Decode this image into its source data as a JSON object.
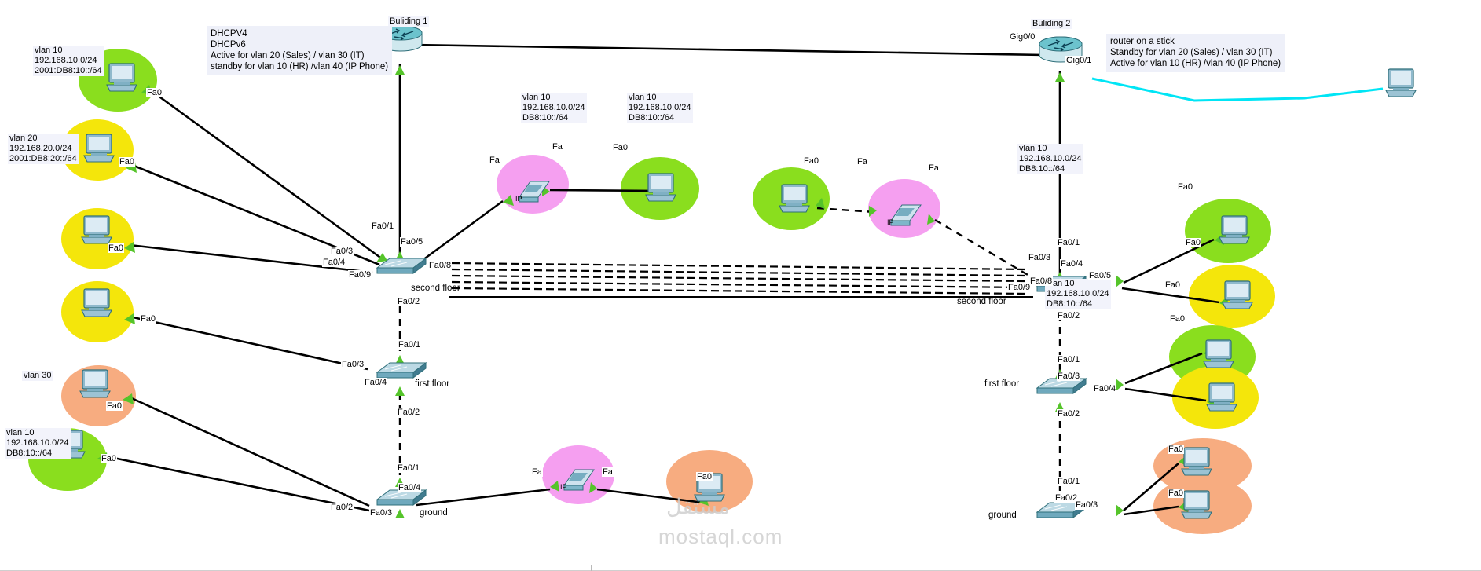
{
  "diagram": {
    "type": "network-topology",
    "tool": "Cisco Packet Tracer",
    "watermark_line1": "مستقل",
    "watermark_line2": "mostaql.com"
  },
  "notes": [
    {
      "id": "note-building1-router",
      "text": "DHCPV4\nDHCPv6\nActive for vlan 20 (Sales) / vlan 30 (IT)\nstandby for vlan 10 (HR) /vlan 40 (IP Phone)"
    },
    {
      "id": "note-building2-router",
      "text": "router on a stick\nStandby for vlan 20 (Sales) / vlan 30 (IT)\nActive for vlan 10 (HR) /vlan 40 (IP Phone)"
    }
  ],
  "device_labels": {
    "building1": "Buliding 1",
    "building2": "Buliding 2",
    "b1_second_floor": "second floor",
    "b1_first_floor": "first floor",
    "b1_ground": "ground",
    "b2_second_floor": "second floor",
    "b2_first_floor": "first floor",
    "b2_ground": "ground"
  },
  "vlan_labels": [
    {
      "id": "vlan10-left-top",
      "text": "vlan 10\n192.168.10.0/24\n2001:DB8:10::/64"
    },
    {
      "id": "vlan20-left",
      "text": "vlan 20\n192.168.20.0/24\n2001:DB8:20::/64"
    },
    {
      "id": "vlan10-mid-a",
      "text": "vlan 10\n192.168.10.0/24\nDB8:10::/64"
    },
    {
      "id": "vlan10-mid-b",
      "text": "vlan 10\n192.168.10.0/24\nDB8:10::/64"
    },
    {
      "id": "vlan10-right-top",
      "text": "vlan 10\n192.168.10.0/24\nDB8:10::/64"
    },
    {
      "id": "vlan10-right-mid",
      "text": "vlan 10\n192.168.10.0/24\nDB8:10::/64"
    },
    {
      "id": "vlan30-left-bottom",
      "text": "vlan 30"
    },
    {
      "id": "vlan10-left-bottom",
      "text": "vlan 10\n192.168.10.0/24\nDB8:10::/64"
    }
  ],
  "port_labels": {
    "b1_router_gig01": "Gig0/1",
    "b1_router_gig00": "Gig0/0",
    "b2_router_gig00": "Gig0/0",
    "b2_router_gig01": "Gig0/1",
    "b1_sf_fa01": "Fa0/1",
    "b1_sf_fa05": "Fa0/5",
    "b1_sf_fa03": "Fa0/3",
    "b1_sf_fa04": "Fa0/4",
    "b1_sf_fa08": "Fa0/8",
    "b1_sf_fa09": "Fa0/9",
    "b1_sf_fa02": "Fa0/2",
    "b1_ff_fa01": "Fa0/1",
    "b1_ff_fa03": "Fa0/3",
    "b1_ff_fa04": "Fa0/4",
    "b1_ff_fa02": "Fa0/2",
    "b1_gr_fa01": "Fa0/1",
    "b1_gr_fa04": "Fa0/4",
    "b1_gr_fa02": "Fa0/2",
    "b1_gr_fa03": "Fa0/3",
    "b2_sf_fa01": "Fa0/1",
    "b2_sf_fa03": "Fa0/3",
    "b2_sf_fa04": "Fa0/4",
    "b2_sf_fa05": "Fa0/5",
    "b2_sf_fa08": "Fa0/8",
    "b2_sf_fa09": "Fa0/9",
    "b2_sf_fa02": "Fa0/2",
    "b2_ff_fa01": "Fa0/1",
    "b2_ff_fa03": "Fa0/3",
    "b2_ff_fa04": "Fa0/4",
    "b2_ff_fa02": "Fa0/2",
    "b2_gr_fa01": "Fa0/1",
    "b2_gr_fa02": "Fa0/2",
    "b2_gr_fa03": "Fa0/3",
    "pc_fa0": "Fa0",
    "phone_fa": "Fa"
  },
  "endpoint_port_labels": [
    {
      "id": "pc1-fa0",
      "text": "Fa0"
    },
    {
      "id": "pc2-fa0",
      "text": "Fa0"
    },
    {
      "id": "pc3-fa0",
      "text": "Fa0"
    },
    {
      "id": "pc4-fa0",
      "text": "Fa0"
    },
    {
      "id": "pc5-fa0",
      "text": "Fa0"
    },
    {
      "id": "pc6-fa0",
      "text": "Fa0"
    },
    {
      "id": "phone1-fa-left",
      "text": "Fa"
    },
    {
      "id": "phone1-fa-right",
      "text": "Fa"
    },
    {
      "id": "pc7-fa0",
      "text": "Fa0"
    },
    {
      "id": "pc8-fa0",
      "text": "Fa0"
    },
    {
      "id": "phone2-fa-left",
      "text": "Fa"
    },
    {
      "id": "phone2-fa-right",
      "text": "Fa"
    },
    {
      "id": "pc9-fa0",
      "text": "Fa0"
    },
    {
      "id": "pc10-fa0",
      "text": "Fa0"
    },
    {
      "id": "pc11-fa0",
      "text": "Fa0"
    },
    {
      "id": "pc12-fa0",
      "text": "Fa0"
    },
    {
      "id": "phone3-fa-left",
      "text": "Fa"
    },
    {
      "id": "phone3-fa-right",
      "text": "Fa"
    },
    {
      "id": "pc13-fa0",
      "text": "Fa0"
    },
    {
      "id": "pc14-fa0",
      "text": "Fa0"
    },
    {
      "id": "pc15-fa0",
      "text": "Fa0"
    }
  ],
  "colors": {
    "vlan10_green": "#8ade1e",
    "vlan20_yellow": "#f4e60b",
    "vlan30_orange": "#f7ac80",
    "phone_pink": "#f59ff0",
    "wire_copper": "#000000",
    "wire_serial_cyan": "#00e5f5",
    "port_arrow_green": "#55c42a",
    "note_bg": "#eef0f9",
    "label_bg": "#f2f3fb"
  }
}
